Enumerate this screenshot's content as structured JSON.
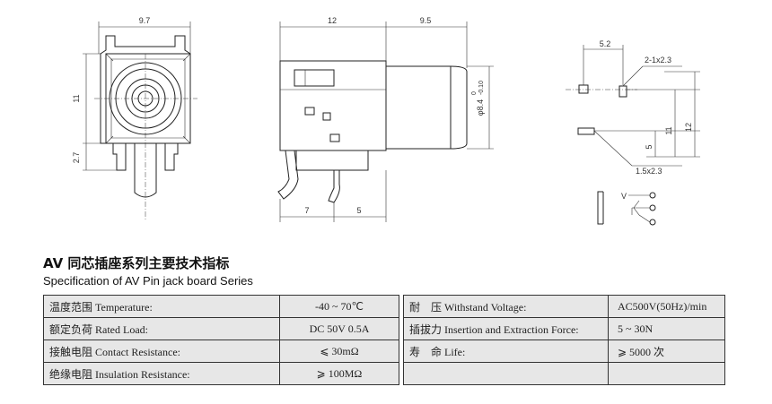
{
  "drawing": {
    "front_width": "9.7",
    "front_height": "11",
    "front_pin": "2.7",
    "side_body": "12",
    "side_barrel": "9.5",
    "side_diameter_main": "φ8.4",
    "side_tol_upper": "0",
    "side_tol_lower": "-0.10",
    "side_pin_a": "7",
    "side_pin_b": "5",
    "pcb_spacing": "5.2",
    "pcb_slot_top": "2-1x2.3",
    "pcb_slot_bottom": "1.5x2.3",
    "pcb_h1": "5",
    "pcb_h2": "11",
    "pcb_h3": "12",
    "schematic_label": "V"
  },
  "title_cn": "AV 同芯插座系列主要技术指标",
  "title_en": "Specification of AV Pin jack board Series",
  "specs": [
    {
      "label": "温度范围 Temperature:",
      "value": "-40 ~ 70℃",
      "label2": "耐　压 Withstand Voltage:",
      "value2": "AC500V(50Hz)/min"
    },
    {
      "label": "额定负荷 Rated Load:",
      "value": "DC  50V  0.5A",
      "label2": "插拔力 Insertion and Extraction Force:",
      "value2": "5 ~ 30N"
    },
    {
      "label": "接触电阻 Contact Resistance:",
      "value": "⩽ 30mΩ",
      "label2": "寿　命 Life:",
      "value2": "⩾ 5000 次"
    },
    {
      "label": "绝缘电阻 Insulation Resistance:",
      "value": "⩾ 100MΩ",
      "label2": "",
      "value2": ""
    }
  ]
}
